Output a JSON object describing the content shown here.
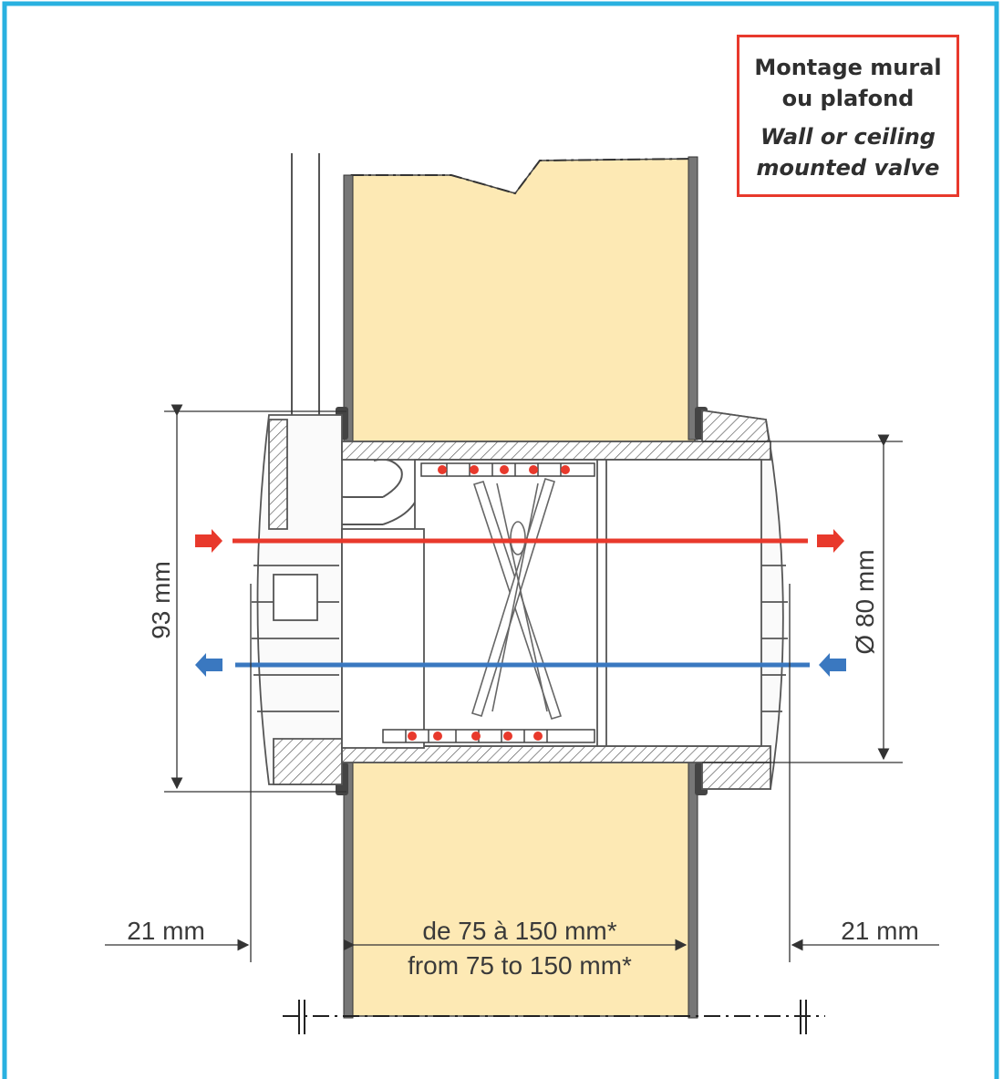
{
  "title_box": {
    "french": [
      "Montage mural",
      "ou plafond"
    ],
    "english": [
      "Wall or ceiling",
      "mounted valve"
    ]
  },
  "dimensions": {
    "height": "93 mm",
    "diameter": "Ø 80 mm",
    "left_offset": "21 mm",
    "right_offset": "21 mm",
    "wall_range_fr": "de 75 à 150 mm*",
    "wall_range_en": "from 75 to 150 mm*"
  },
  "colors": {
    "frame": "#29b1e0",
    "wall_fill": "#fde9b4",
    "airflow_in": "#e8392c",
    "airflow_out": "#3a78c0",
    "box_border": "#e8392c"
  }
}
